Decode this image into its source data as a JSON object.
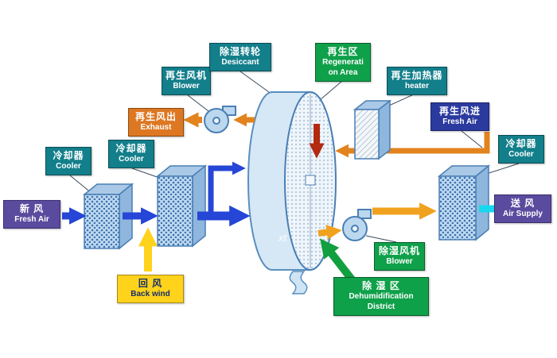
{
  "watermark": "xt",
  "labels": {
    "fresh_air": {
      "zh": "新 风",
      "en": "Fresh Air"
    },
    "cooler_left_1": {
      "zh": "冷却器",
      "en": "Cooler"
    },
    "cooler_left_2": {
      "zh": "冷却器",
      "en": "Cooler"
    },
    "back_wind": {
      "zh": "回 风",
      "en": "Back wind"
    },
    "regen_blower": {
      "zh": "再生风机",
      "en": "Blower"
    },
    "exhaust": {
      "zh": "再生风出",
      "en": "Exhaust"
    },
    "desiccant_wheel": {
      "zh": "除湿转轮",
      "en": "Desiccant"
    },
    "regen_area": {
      "zh": "再生区",
      "en_line1": "Regenerati",
      "en_line2": "on Area"
    },
    "regen_heater": {
      "zh": "再生加热器",
      "en": "heater"
    },
    "regen_fresh_air": {
      "zh": "再生风进",
      "en": "Fresh Air"
    },
    "cooler_right": {
      "zh": "冷却器",
      "en": "Cooler"
    },
    "air_supply": {
      "zh": "送 风",
      "en": "Air Supply"
    },
    "dehumid_blower": {
      "zh": "除湿风机",
      "en": "Blower"
    },
    "dehumid_district": {
      "zh": "除 湿 区",
      "en_line1": "Dehumidification",
      "en_line2": "District"
    }
  },
  "colors": {
    "teal_label": "#137f8b",
    "green_label": "#0fa04a",
    "purple_label": "#5b4b9e",
    "yellow_label": "#ffd21c",
    "orange_label": "#dd7722",
    "navy_label": "#2b3a9e",
    "blue_arrow": "#2546d6",
    "orange_arrow": "#e2831d",
    "amber_arrow": "#f0a21e",
    "yellow_arrow": "#ffd21c",
    "cyan_arrow": "#17d8ef",
    "red_arrow": "#b22a10",
    "green_arrow": "#129f3f"
  }
}
